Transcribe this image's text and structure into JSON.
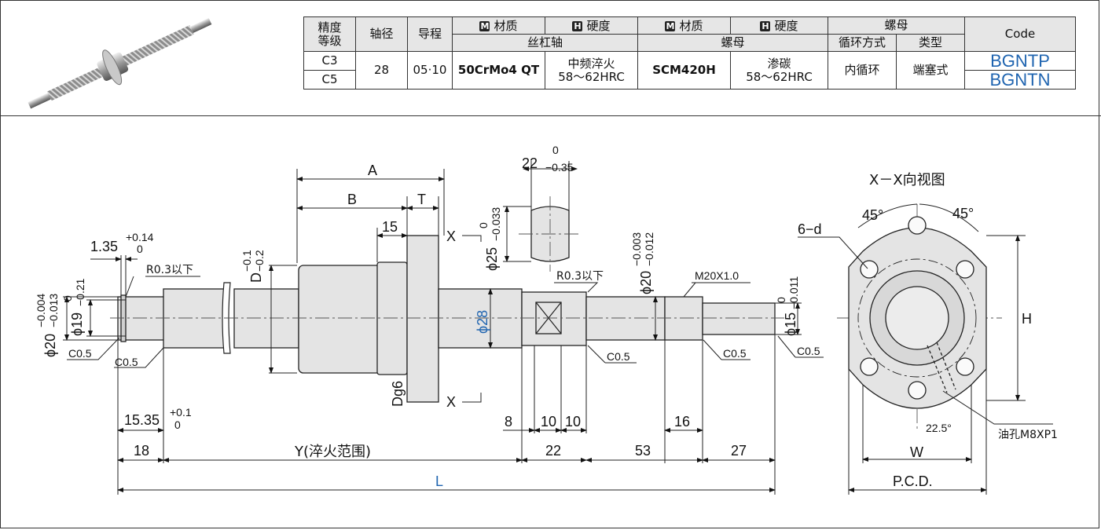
{
  "table": {
    "header_row1": {
      "precision": "精度",
      "shaft_dia": "轴径",
      "lead": "导程",
      "shaft_material": "材质",
      "shaft_hardness": "硬度",
      "nut_material": "材质",
      "nut_hardness": "硬度",
      "nut_group": "螺母",
      "code": "Code"
    },
    "header_row2": {
      "grade": "等级",
      "screw_shaft": "丝杠轴",
      "nut": "螺母",
      "circulation": "循环方式",
      "type": "类型"
    },
    "badges": {
      "material": "M",
      "hardness": "H"
    },
    "rows": [
      {
        "precision": "C3",
        "code": "BGNTP"
      },
      {
        "precision": "C5",
        "code": "BGNTN"
      }
    ],
    "shared": {
      "shaft_dia": "28",
      "lead": "05·10",
      "shaft_material": "50CrMo4 QT",
      "shaft_hardness_1": "中频淬火",
      "shaft_hardness_2": "58～62HRC",
      "nut_material": "SCM420H",
      "nut_hardness_1": "渗碳",
      "nut_hardness_2": "58～62HRC",
      "circulation": "内循环",
      "type": "端塞式"
    }
  },
  "drawing": {
    "A": "A",
    "B": "B",
    "T": "T",
    "X": "X",
    "D": "D",
    "Dg6": "Dg6",
    "d1": "15",
    "flat_22": "22",
    "flat_22_tol_upper": "0",
    "flat_22_tol_lower": "−0.35",
    "flat_dia": "ϕ25",
    "flat_dia_tol_upper": "0",
    "flat_dia_tol_lower": "−0.033",
    "d_tol_upper": "−0.1",
    "d_tol_lower": "−0.2",
    "groove_w": "1.35",
    "groove_w_tol_upper": "+0.14",
    "groove_w_tol_lower": "0",
    "r03_left": "R0.3以下",
    "r03_right": "R0.3以下",
    "dia20_left": "ϕ20",
    "dia20_left_tol_upper": "−0.004",
    "dia20_left_tol_lower": "−0.013",
    "dia19": "ϕ19",
    "dia19_tol_upper": "0",
    "dia19_tol_lower": "−0.21",
    "c05_a": "C0.5",
    "c05_b": "C0.5",
    "c05_c": "C0.5",
    "c05_d": "C0.5",
    "c05_e": "C0.5",
    "dia28": "ϕ28",
    "dia20_right": "ϕ20",
    "dia20_right_tol_upper": "−0.003",
    "dia20_right_tol_lower": "−0.012",
    "thread": "M20X1.0",
    "dia15": "ϕ15",
    "dia15_tol_upper": "0",
    "dia15_tol_lower": "−0.011",
    "len_1535": "15.35",
    "len_1535_tol_upper": "+0.1",
    "len_1535_tol_lower": "0",
    "len_18": "18",
    "len_Y": "Y(淬火范围)",
    "len_8": "8",
    "len_10a": "10",
    "len_10b": "10",
    "len_22": "22",
    "len_16": "16",
    "len_53": "53",
    "len_27": "27",
    "len_L": "L",
    "view_title": "X－X向视图",
    "holes": "6−d",
    "angle_45a": "45°",
    "angle_45b": "45°",
    "angle_225": "22.5°",
    "H": "H",
    "W": "W",
    "pcd": "P.C.D.",
    "oil_hole": "油孔M8XP1"
  },
  "colors": {
    "accent_blue": "#1f64b0",
    "part_fill": "#e4e4e4",
    "header_fill": "#e6e6e6"
  }
}
